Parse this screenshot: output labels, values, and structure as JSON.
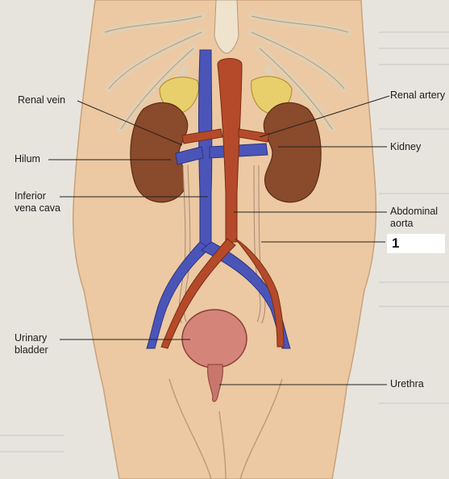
{
  "labels": {
    "renal_vein": "Renal vein",
    "hilum": "Hilum",
    "inferior_vena_cava": "Inferior\nvena cava",
    "urinary_bladder": "Urinary\nbladder",
    "renal_artery": "Renal artery",
    "kidney": "Kidney",
    "abdominal_aorta": "Abdominal\naorta",
    "urethra": "Urethra"
  },
  "callout_number": "1",
  "colors": {
    "skin": "#ecc9a2",
    "kidney": "#8a4a2c",
    "vein": "#4b55b8",
    "artery": "#b44a2a",
    "ureter": "#e9c6a7",
    "bladder": "#d5847a",
    "adrenal": "#e8cf6c",
    "bone": "#efe3cd"
  }
}
